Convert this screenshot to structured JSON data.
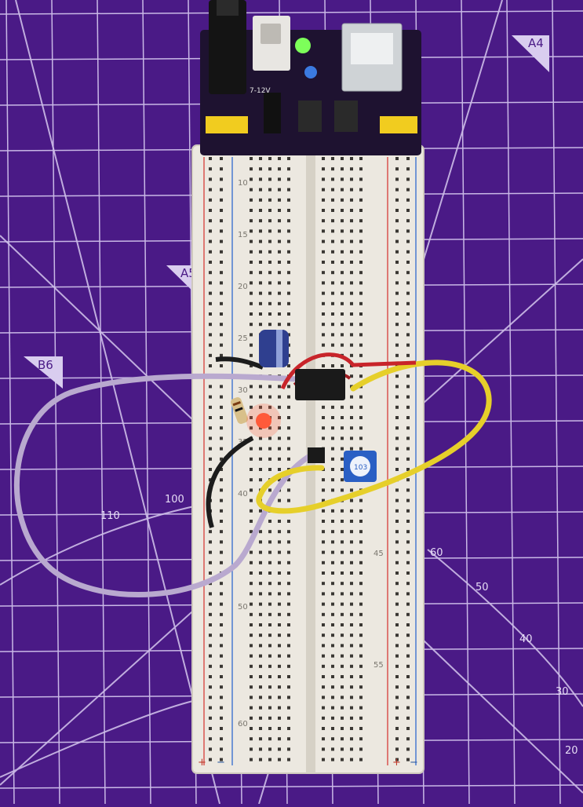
{
  "mat": {
    "background": "#4a1a86",
    "grid_color": "#c9b8e6",
    "corner_labels": [
      "A4",
      "A5",
      "B6"
    ],
    "protractor_labels": [
      "110",
      "100",
      "60",
      "50",
      "40",
      "30",
      "20"
    ]
  },
  "breadboard": {
    "row_numbers": [
      "10",
      "15",
      "20",
      "25",
      "30",
      "35",
      "40",
      "45",
      "50",
      "55",
      "60"
    ],
    "rail_signs": [
      "+",
      "−",
      "+",
      "−"
    ]
  },
  "power_module": {
    "silkscreen": "7-12V"
  },
  "components": {
    "led_color": "#ff5a3a",
    "status_led_color": "#7dff5a",
    "trimpot_label": "103"
  },
  "wires": {
    "yellow": "#e6cf2a",
    "red": "#c8242a",
    "black": "#1c1c1c",
    "lavender": "#b9a9cf"
  }
}
